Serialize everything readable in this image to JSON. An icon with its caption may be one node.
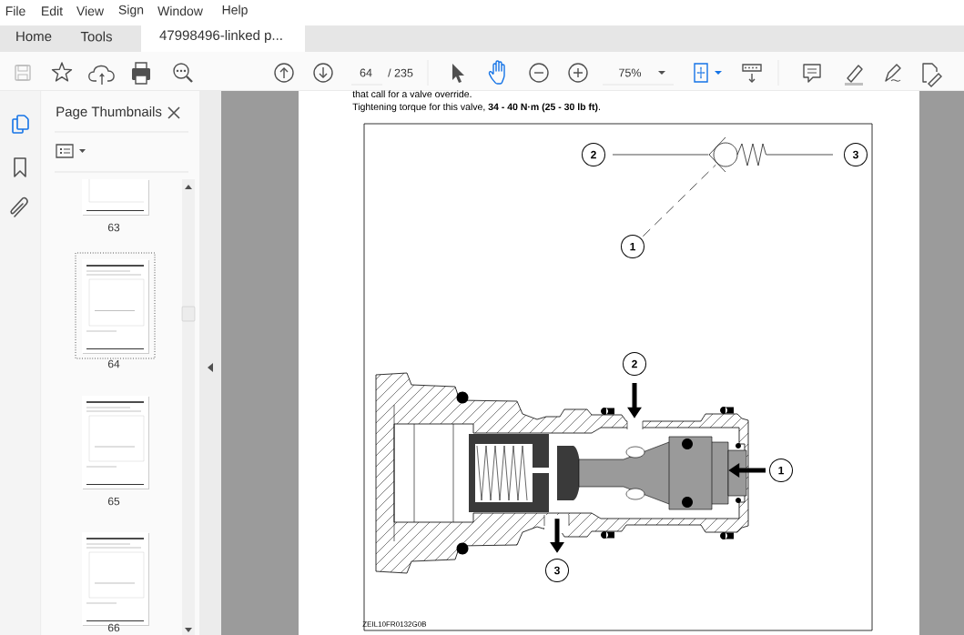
{
  "diagram": {
    "nodes": [
      {
        "text": [
          "2"
        ]
      },
      {
        "text": [],
        "shape": "picture"
      },
      {
        "text": [
          "3"
        ]
      },
      {
        "text": [
          "1"
        ]
      },
      {
        "text": [
          "2"
        ]
      },
      {
        "text": [],
        "shape": "picture"
      },
      {
        "text": [
          "1"
        ]
      },
      {
        "text": [
          "3"
        ]
      }
    ],
    "edges": [
      {
        "from": 0,
        "to": 1,
        "arrow": "none"
      },
      {
        "from": 1,
        "to": 2,
        "arrow": "none"
      },
      {
        "from": 3,
        "to": 1,
        "arrow": "none",
        "style": "dashed"
      },
      {
        "from": 4,
        "to": 5,
        "arrow": "to",
        "style": "thick"
      },
      {
        "from": 6,
        "to": 5,
        "arrow": "to",
        "style": "thick"
      },
      {
        "from": 5,
        "to": 7,
        "arrow": "to",
        "style": "thick"
      }
    ],
    "labels": [
      "File",
      "Edit",
      "View",
      "Sign",
      "Window",
      "Help",
      "Home",
      "Tools",
      "47998496-linked p...",
      "64",
      "/ 235",
      "75%",
      "Page Thumbnails",
      "63",
      "64",
      "65",
      "66",
      "that call for a valve override.",
      "Tightening torque for this valve, **34 - 40 N·m (25 - 30 lb ft)**.",
      "ZEIL10FR0132G0B"
    ]
  }
}
